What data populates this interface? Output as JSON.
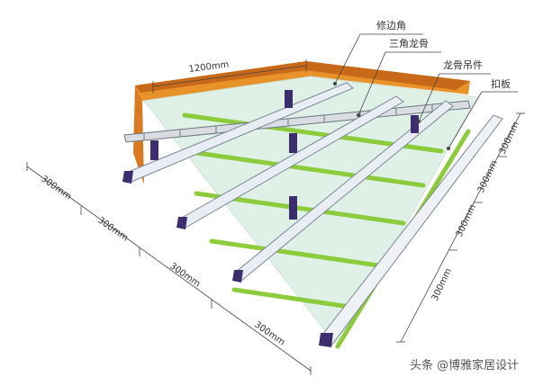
{
  "labels": {
    "trim_angle": "修边角",
    "triangle_keel": "三角龙骨",
    "keel_hanger": "龙骨吊件",
    "gusset_panel": "扣板"
  },
  "dimensions": {
    "top_width": "1200mm",
    "left": [
      "300mm",
      "300mm",
      "300mm",
      "300mm"
    ],
    "right": [
      "300mm",
      "300mm",
      "300mm",
      "300mm"
    ]
  },
  "watermark": "头条 @博雅家居设计",
  "colors": {
    "wall": "#e8922a",
    "wall_dark": "#c8691a",
    "panel": "#dff0e6",
    "grid": "#8ccc3c",
    "keel": "#e9eef4",
    "keel_edge": "#7a8694",
    "hanger": "#3b2d6e",
    "dim_line": "#444444"
  }
}
